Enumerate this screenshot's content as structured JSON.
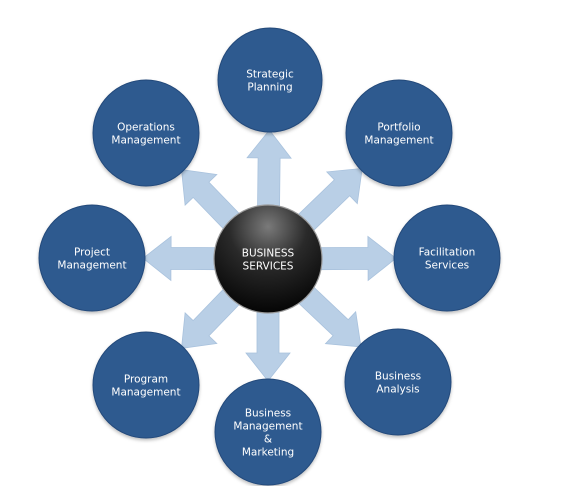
{
  "center": {
    "lines": [
      "BUSINESS",
      "SERVICES"
    ]
  },
  "nodes": [
    {
      "id": "strategic-planning",
      "lines": [
        "Strategic",
        "Planning"
      ]
    },
    {
      "id": "portfolio-management",
      "lines": [
        "Portfolio",
        "Management"
      ]
    },
    {
      "id": "facilitation-services",
      "lines": [
        "Facilitation",
        "Services"
      ]
    },
    {
      "id": "business-analysis",
      "lines": [
        "Business",
        "Analysis"
      ]
    },
    {
      "id": "business-management-marketing",
      "lines": [
        "Business",
        "Management",
        "&",
        "Marketing"
      ]
    },
    {
      "id": "program-management",
      "lines": [
        "Program",
        "Management"
      ]
    },
    {
      "id": "project-management",
      "lines": [
        "Project",
        "Management"
      ]
    },
    {
      "id": "operations-management",
      "lines": [
        "Operations",
        "Management"
      ]
    }
  ],
  "colors": {
    "node_fill": "#2f5a8f",
    "node_stroke": "#24497a",
    "arrow_fill": "#b9cfe6",
    "hub_dark": "#0b0b0b",
    "hub_light": "#6a6a6a"
  }
}
